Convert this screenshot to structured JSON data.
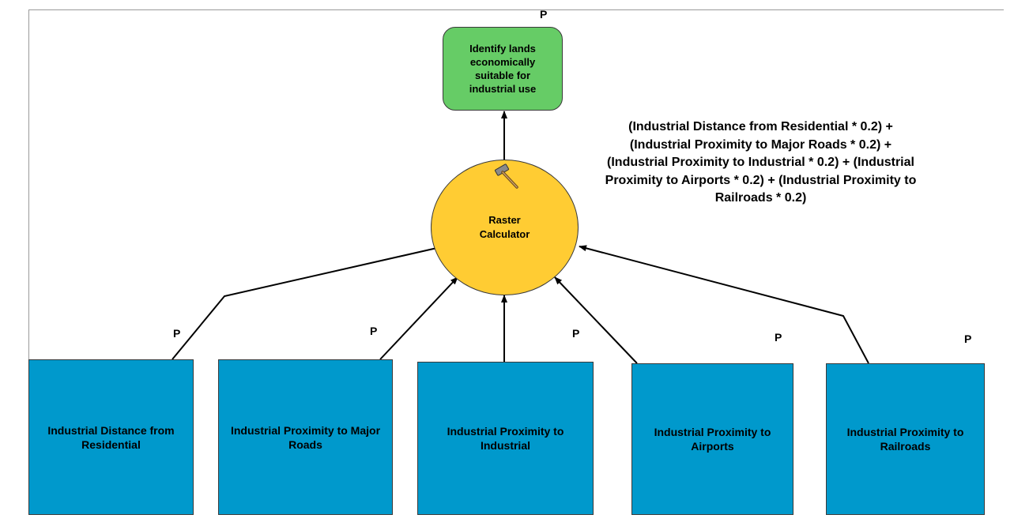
{
  "diagram": {
    "output": {
      "label": "Identify lands economically suitable for industrial use",
      "color": "#66cc66"
    },
    "tool": {
      "label": "Raster Calculator",
      "color": "#ffcc33",
      "icon": "hammer-icon"
    },
    "expression": "(Industrial Distance from Residential * 0.2) +\n(Industrial Proximity to Major Roads  * 0.2) +\n(Industrial Proximity to Industrial * 0.2) + (Industrial\nProximity to Airports * 0.2) + (Industrial Proximity to\nRailroads * 0.2)",
    "parameter_marker": "P",
    "inputs": [
      {
        "label": "Industrial Distance from Residential",
        "param": "P"
      },
      {
        "label": "Industrial Proximity to Major Roads",
        "param": "P"
      },
      {
        "label": "Industrial Proximity to Industrial",
        "param": "P"
      },
      {
        "label": "Industrial Proximity to Airports",
        "param": "P"
      },
      {
        "label": "Industrial Proximity to Railroads",
        "param": "P"
      }
    ],
    "input_color": "#0099cc"
  }
}
